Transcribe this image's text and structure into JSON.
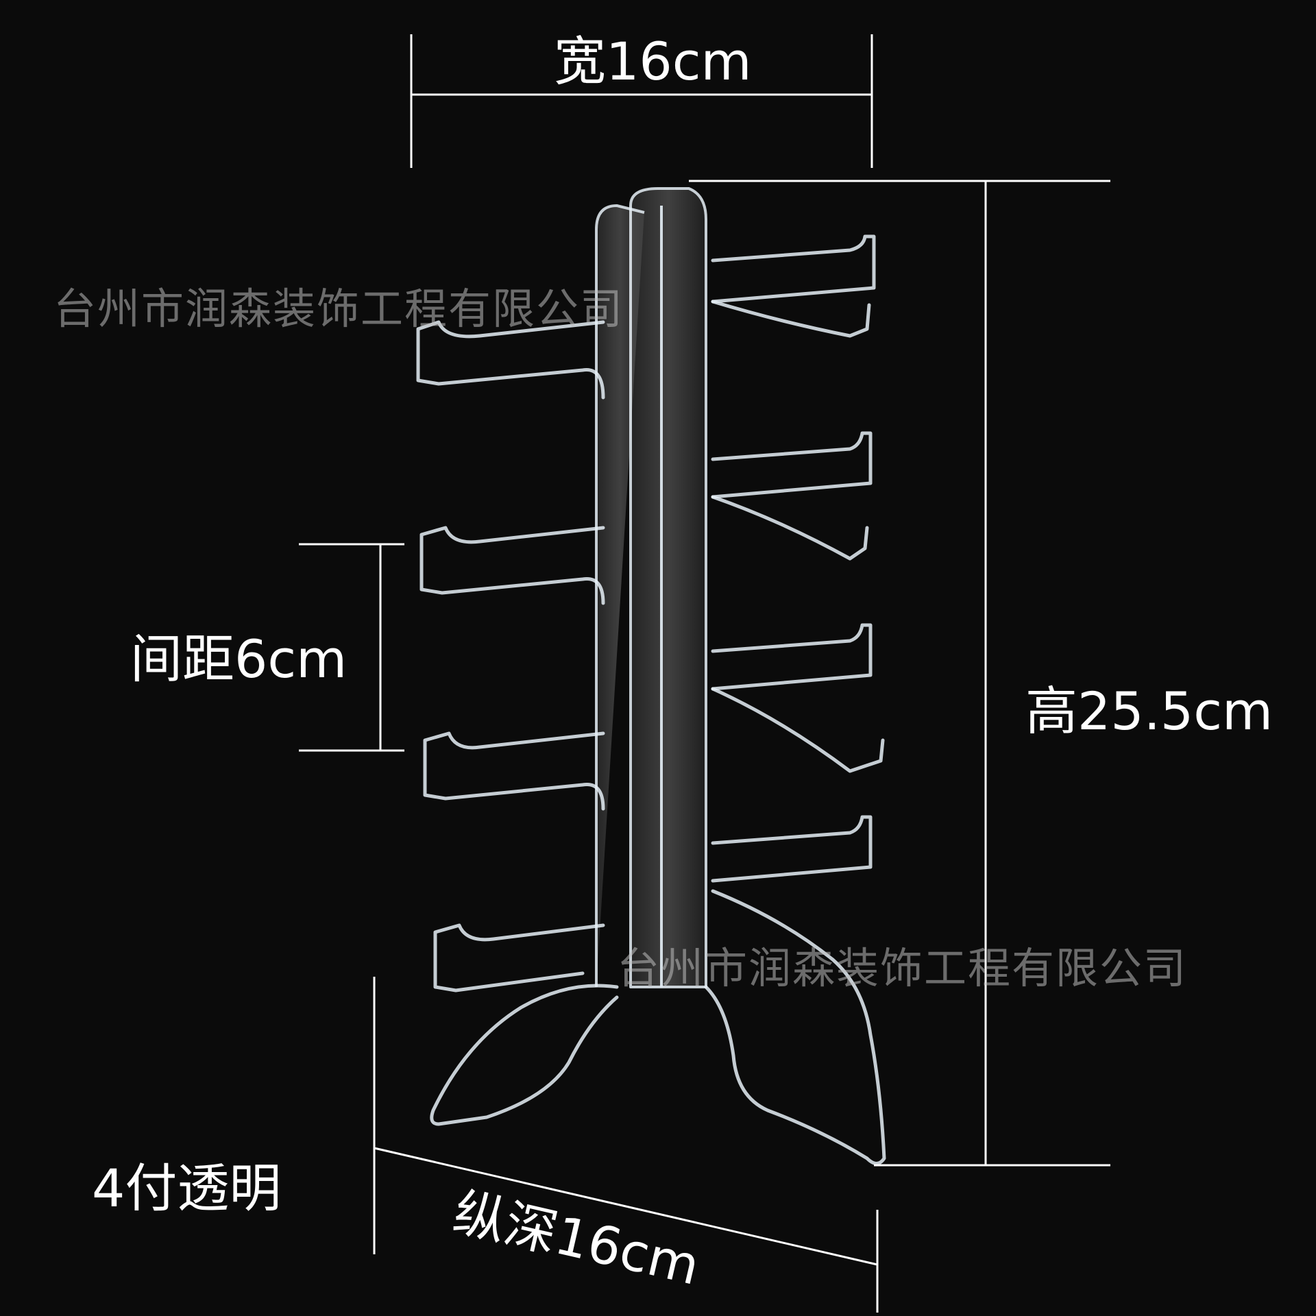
{
  "labels": {
    "width": "宽16cm",
    "height": "高25.5cm",
    "spacing": "间距6cm",
    "depth": "纵深16cm",
    "variant": "4付透明"
  },
  "watermark": {
    "text": "台州市润森装饰工程有限公司"
  },
  "colors": {
    "background": "#0b0b0b",
    "dimension_line": "#ffffff",
    "label": "#ffffff",
    "acrylic": "#e6f0f7"
  },
  "subject": {
    "icon": "acrylic-sunglasses-display-rack",
    "hooks_per_side": 4
  }
}
